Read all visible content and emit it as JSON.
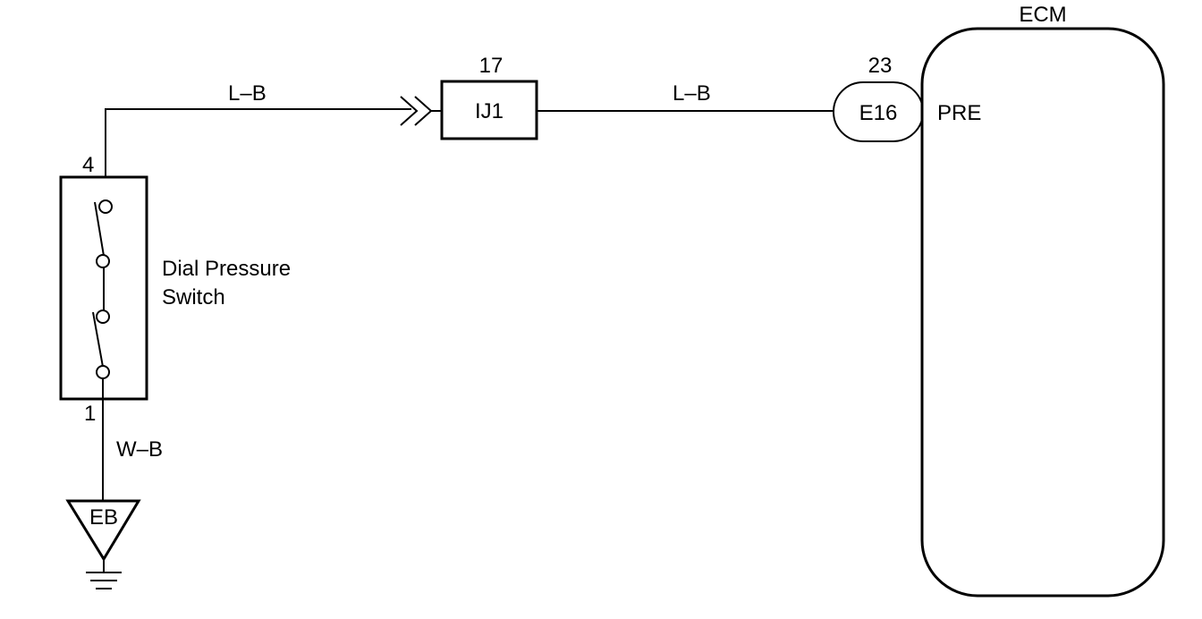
{
  "ecm": {
    "label": "ECM",
    "terminal_name": "PRE",
    "connector": "E16",
    "pin": "23"
  },
  "junction": {
    "label": "IJ1",
    "pin": "17"
  },
  "wires": {
    "switch_to_junction": "L–B",
    "junction_to_ecm": "L–B",
    "switch_to_ground": "W–B"
  },
  "switch": {
    "name_line1": "Dial Pressure",
    "name_line2": "Switch",
    "pin_top": "4",
    "pin_bottom": "1"
  },
  "ground": {
    "label": "EB"
  }
}
